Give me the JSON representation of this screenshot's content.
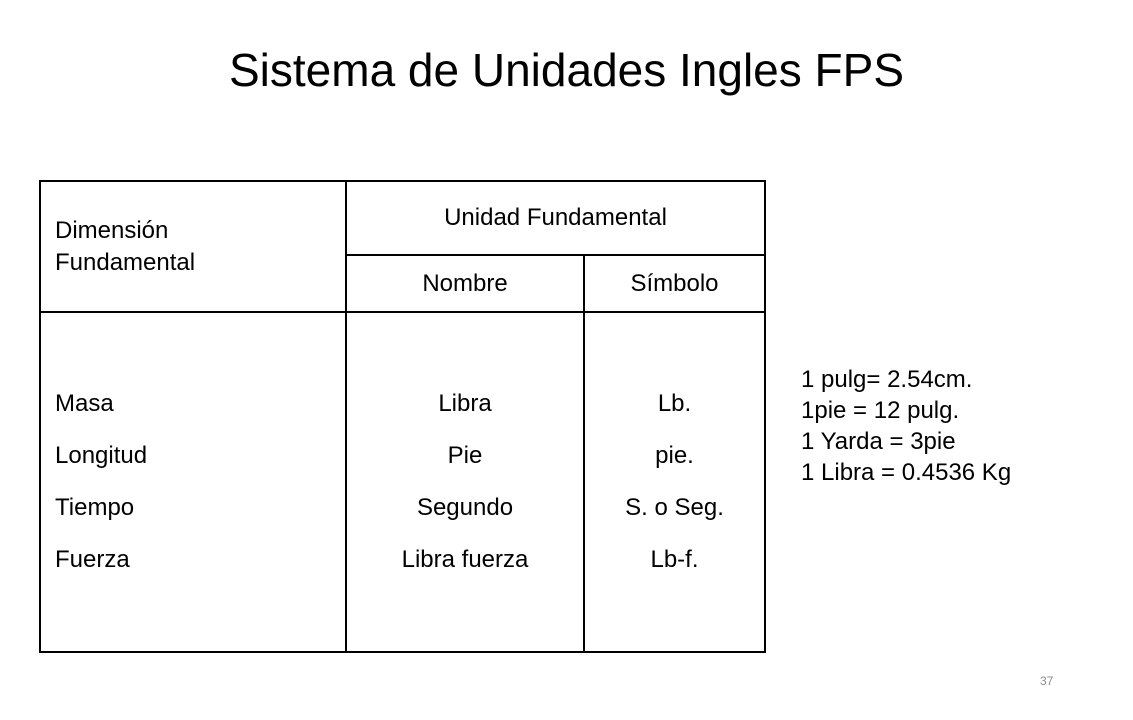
{
  "slide": {
    "title": "Sistema de Unidades Ingles FPS",
    "page_number": "37"
  },
  "table": {
    "header_dimension": [
      "Dimensión",
      "Fundamental"
    ],
    "header_unidad": "Unidad Fundamental",
    "header_nombre": "Nombre",
    "header_simbolo": "Símbolo",
    "rows": [
      {
        "dimension": "Masa",
        "nombre": "Libra",
        "simbolo": "Lb."
      },
      {
        "dimension": "Longitud",
        "nombre": "Pie",
        "simbolo": "pie."
      },
      {
        "dimension": "Tiempo",
        "nombre": "Segundo",
        "simbolo": "S. o Seg."
      },
      {
        "dimension": "Fuerza",
        "nombre": "Libra fuerza",
        "simbolo": "Lb-f."
      }
    ]
  },
  "conversions": [
    "1 pulg= 2.54cm.",
    "1pie = 12 pulg.",
    "1 Yarda = 3pie",
    "1 Libra = 0.4536 Kg"
  ]
}
